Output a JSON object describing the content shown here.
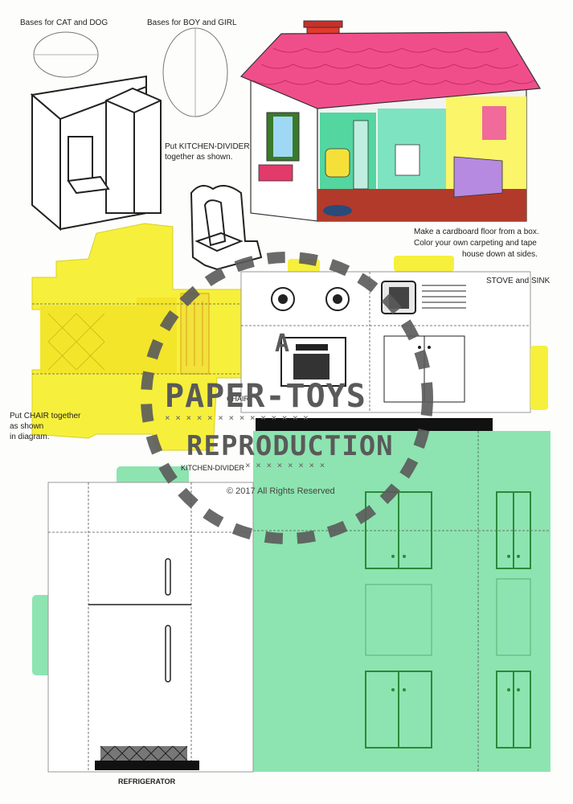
{
  "labels": {
    "bases_cat_dog": "Bases for CAT and DOG",
    "bases_boy_girl": "Bases for BOY and GIRL",
    "kitchen_divider_note_1": "Put KITCHEN-DIVIDER",
    "kitchen_divider_note_2": "together as shown.",
    "floor_note_1": "Make a cardboard floor from a box.",
    "floor_note_2": "Color your own carpeting and tape",
    "floor_note_3": "house down at sides.",
    "stove_sink": "STOVE and SINK",
    "chair_note_1": "Put CHAIR together",
    "chair_note_2": "as shown",
    "chair_note_3": "in diagram.",
    "chair": "CHAIR",
    "kitchen_divider": "KITCHEN-DIVIDER",
    "refrigerator": "REFRIGERATOR"
  },
  "watermark": {
    "line1": "A",
    "line2": "PAPER-TOYS",
    "line3": "REPRODUCTION",
    "copyright": "© 2017 All Rights Reserved"
  },
  "colors": {
    "yellow": "#f6f03c",
    "green": "#8de4b0",
    "roof": "#f04e8a",
    "brick": "#e23a2a",
    "line": "#222222",
    "watermark": "#5a5a5a"
  }
}
